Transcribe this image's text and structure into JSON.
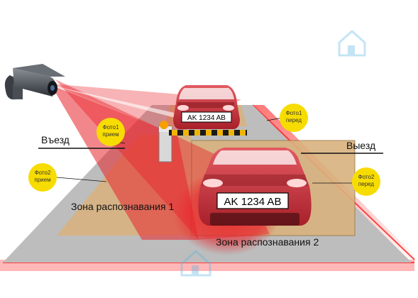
{
  "labels": {
    "entry": "Въезд",
    "exit": "Выезд",
    "zone1": "Зона распознавания 1",
    "zone2": "Зона распознавания 2"
  },
  "badges": {
    "photo1_entry": [
      "Фото1",
      "прием"
    ],
    "photo2_entry": [
      "Фото2",
      "прием"
    ],
    "photo1_exit": [
      "Фото1",
      "перед"
    ],
    "photo2_exit": [
      "Фото2",
      "перед"
    ]
  },
  "plates": {
    "rear_car": "AK 1234 AB",
    "front_car": "AK 1234 AB"
  },
  "colors": {
    "badge": "#f7dc00",
    "road": "#bdbdbd",
    "zone": "#d9b27e",
    "beam": "#e8242b",
    "car": "#c8343d",
    "barrier_stripe": "#f0b400"
  },
  "icons": [
    "cctv-camera-icon",
    "house-watermark-icon"
  ]
}
